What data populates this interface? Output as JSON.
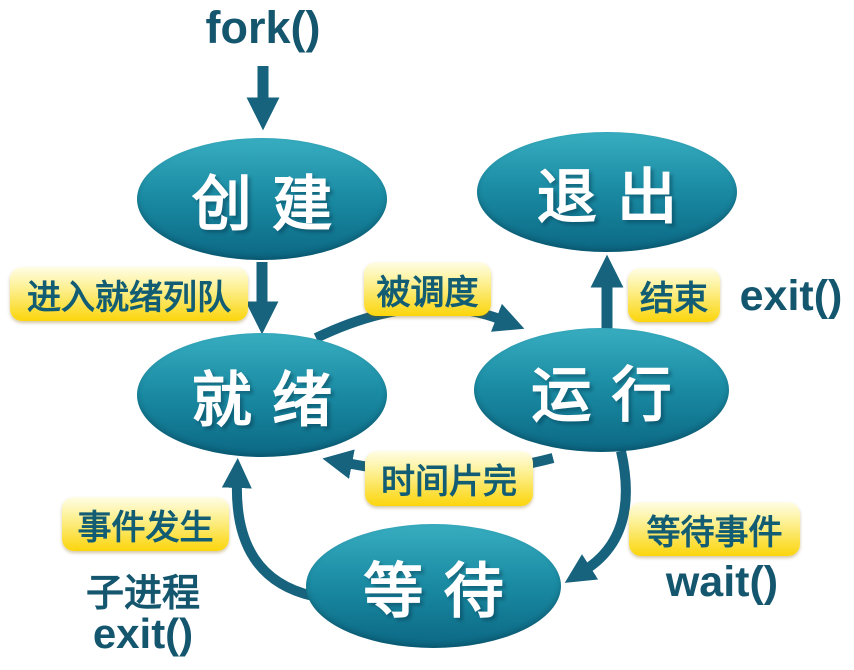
{
  "diagram_title": "process-state-transition",
  "colors": {
    "node_top": "#38adc0",
    "node_mid": "#1a8ba3",
    "node_bottom": "#0c6884",
    "node_text": "#ffffff",
    "arrow": "#17627d",
    "label_text": "#125c74",
    "code_text": "#14566e",
    "bg": "#ffffff"
  },
  "nodes": [
    {
      "id": "create",
      "label": "创建"
    },
    {
      "id": "exit",
      "label": "退出"
    },
    {
      "id": "ready",
      "label": "就绪"
    },
    {
      "id": "running",
      "label": "运行"
    },
    {
      "id": "waiting",
      "label": "等待"
    }
  ],
  "edge_labels": [
    {
      "id": "enter-ready-queue",
      "text": "进入就绪列队"
    },
    {
      "id": "scheduled",
      "text": "被调度"
    },
    {
      "id": "finish",
      "text": "结束"
    },
    {
      "id": "timeslice-done",
      "text": "时间片完"
    },
    {
      "id": "event-occurs",
      "text": "事件发生"
    },
    {
      "id": "wait-for-event",
      "text": "等待事件"
    }
  ],
  "code_labels": [
    {
      "id": "fork",
      "text": "fork()"
    },
    {
      "id": "exit-call",
      "text": "exit()"
    },
    {
      "id": "wait-call",
      "text": "wait()"
    },
    {
      "id": "child-process",
      "text": "子进程"
    },
    {
      "id": "child-exit",
      "text": "exit()"
    }
  ],
  "edges": [
    {
      "from": "fork()",
      "to": "创建",
      "label": ""
    },
    {
      "from": "创建",
      "to": "就绪",
      "label": "进入就绪列队"
    },
    {
      "from": "就绪",
      "to": "运行",
      "label": "被调度"
    },
    {
      "from": "运行",
      "to": "就绪",
      "label": "时间片完"
    },
    {
      "from": "运行",
      "to": "退出",
      "label": "结束 exit()"
    },
    {
      "from": "运行",
      "to": "等待",
      "label": "等待事件 wait()"
    },
    {
      "from": "等待",
      "to": "就绪",
      "label": "事件发生 子进程 exit()"
    }
  ]
}
